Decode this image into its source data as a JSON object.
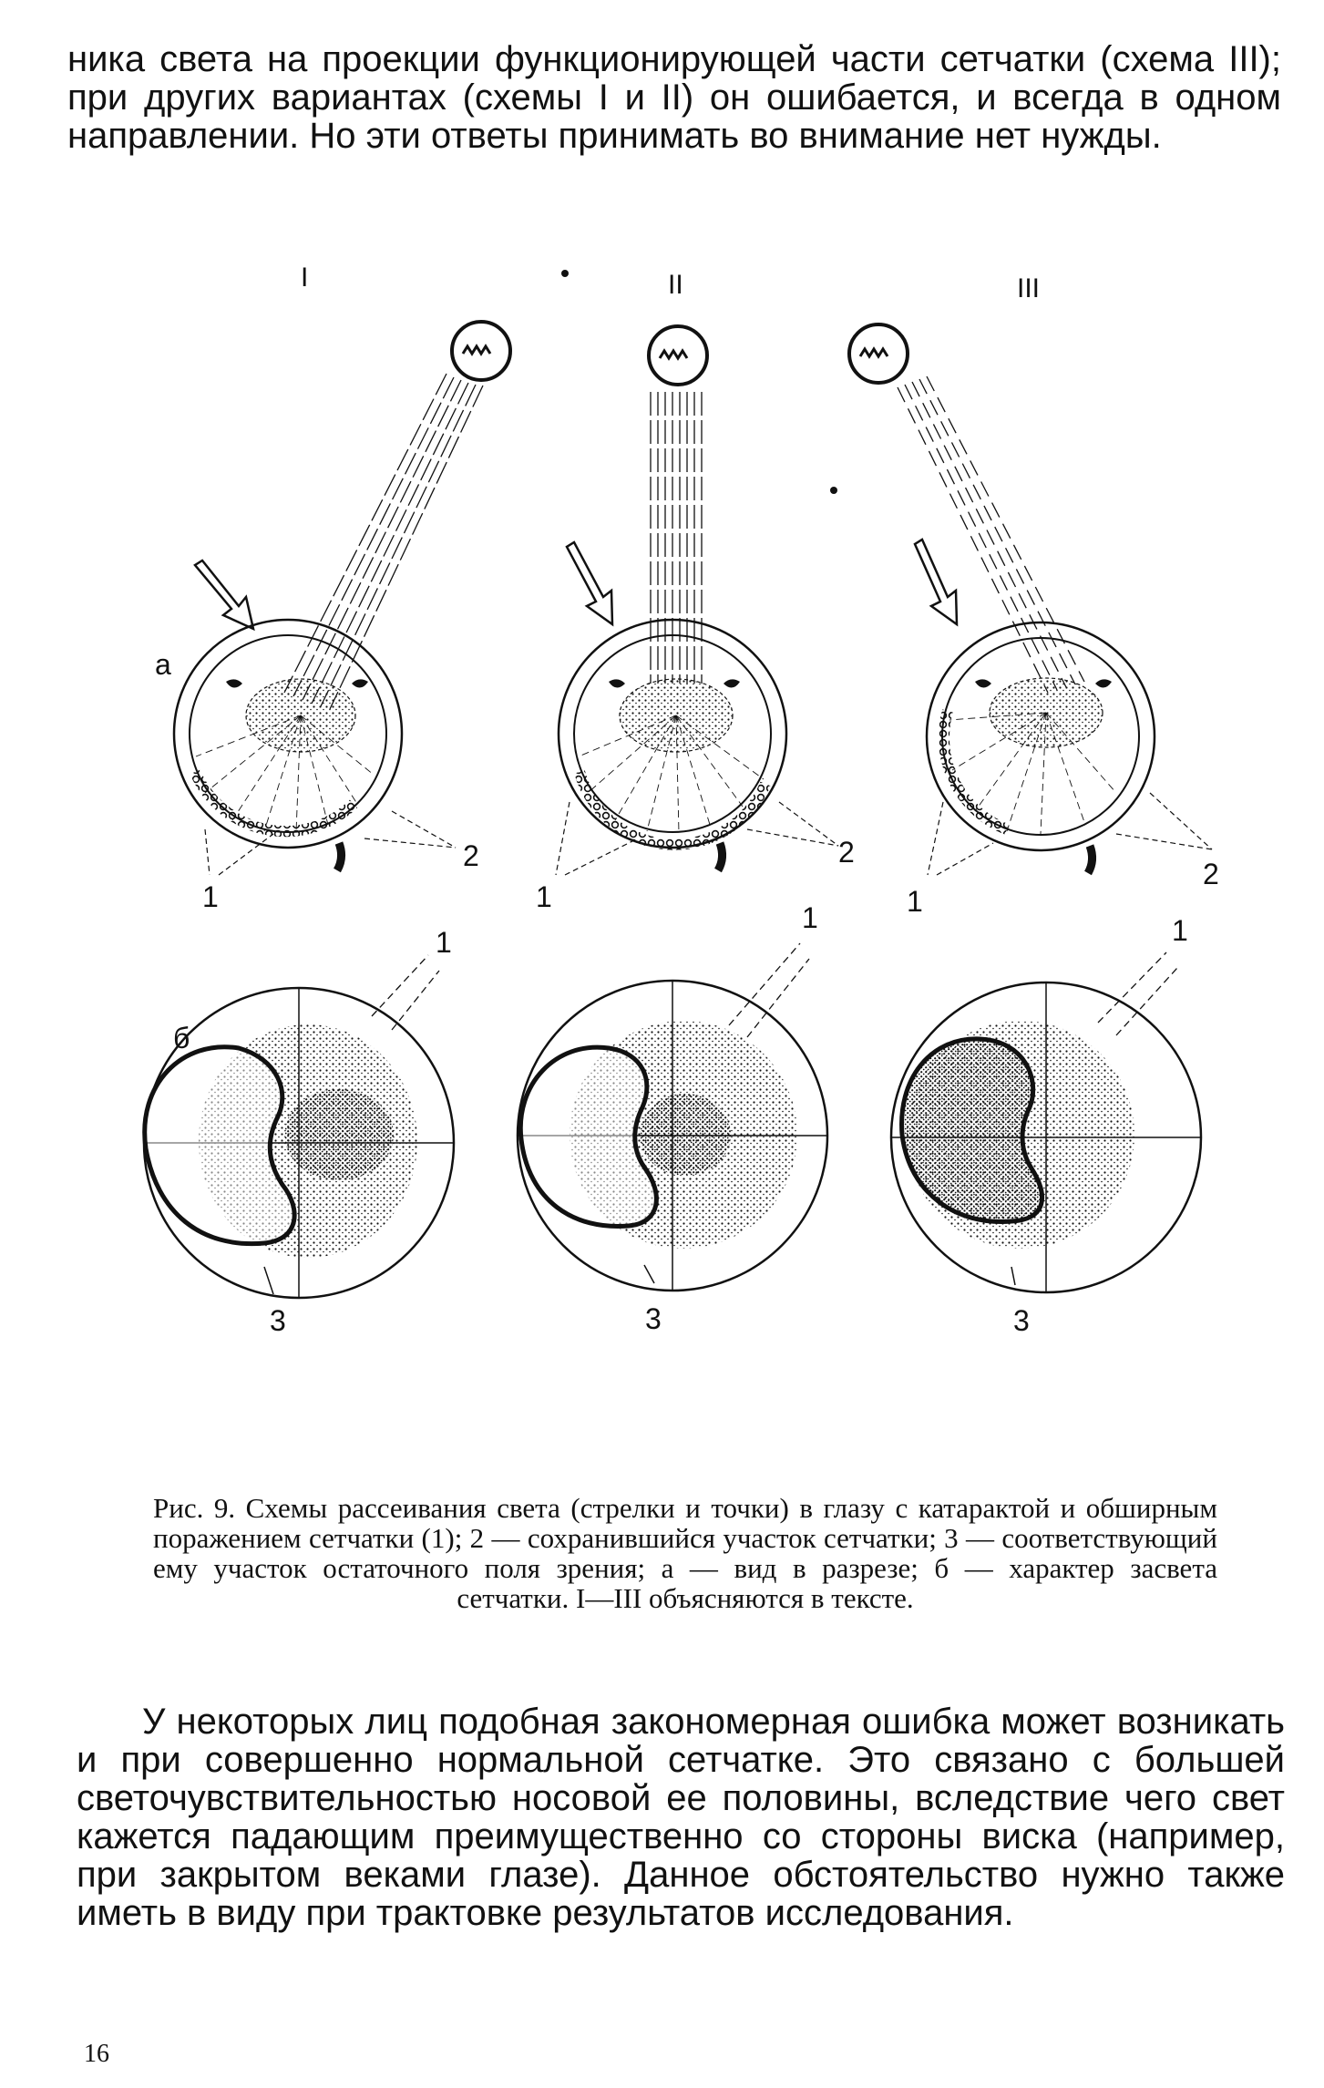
{
  "top_paragraph": "ника света на проекции функционирующей части сетчатки (схема III); при других вариантах (схемы I и II) он ошибается, и всегда в одном направлении. Но эти ответы принимать во внимание нет нужды.",
  "figure": {
    "scheme_labels": [
      "I",
      "II",
      "III"
    ],
    "row_a_label": "а",
    "row_b_label": "б",
    "label_1": "1",
    "label_2": "2",
    "label_3": "3"
  },
  "caption": "Рис. 9. Схемы рассеивания света (стрелки и точки) в глазу с катарактой и обширным поражением сетчатки (1); 2 — сохранившийся участок сетчатки; 3 — соответствующий ему участок остаточного поля зрения; а — вид в разрезе; б — характер засвета сетчатки. I—III объясняются в тексте.",
  "bottom_paragraph": "У некоторых лиц подобная закономерная ошибка может возникать и при совершенно нормальной сетчатке. Это связано с большей светочувствительностью носовой ее половины, вследствие чего свет кажется падающим преимущественно со стороны виска (например, при закрытом веками глазе). Данное обстоятельство нужно также иметь в виду при трактовке результатов исследования.",
  "page_number": "16"
}
